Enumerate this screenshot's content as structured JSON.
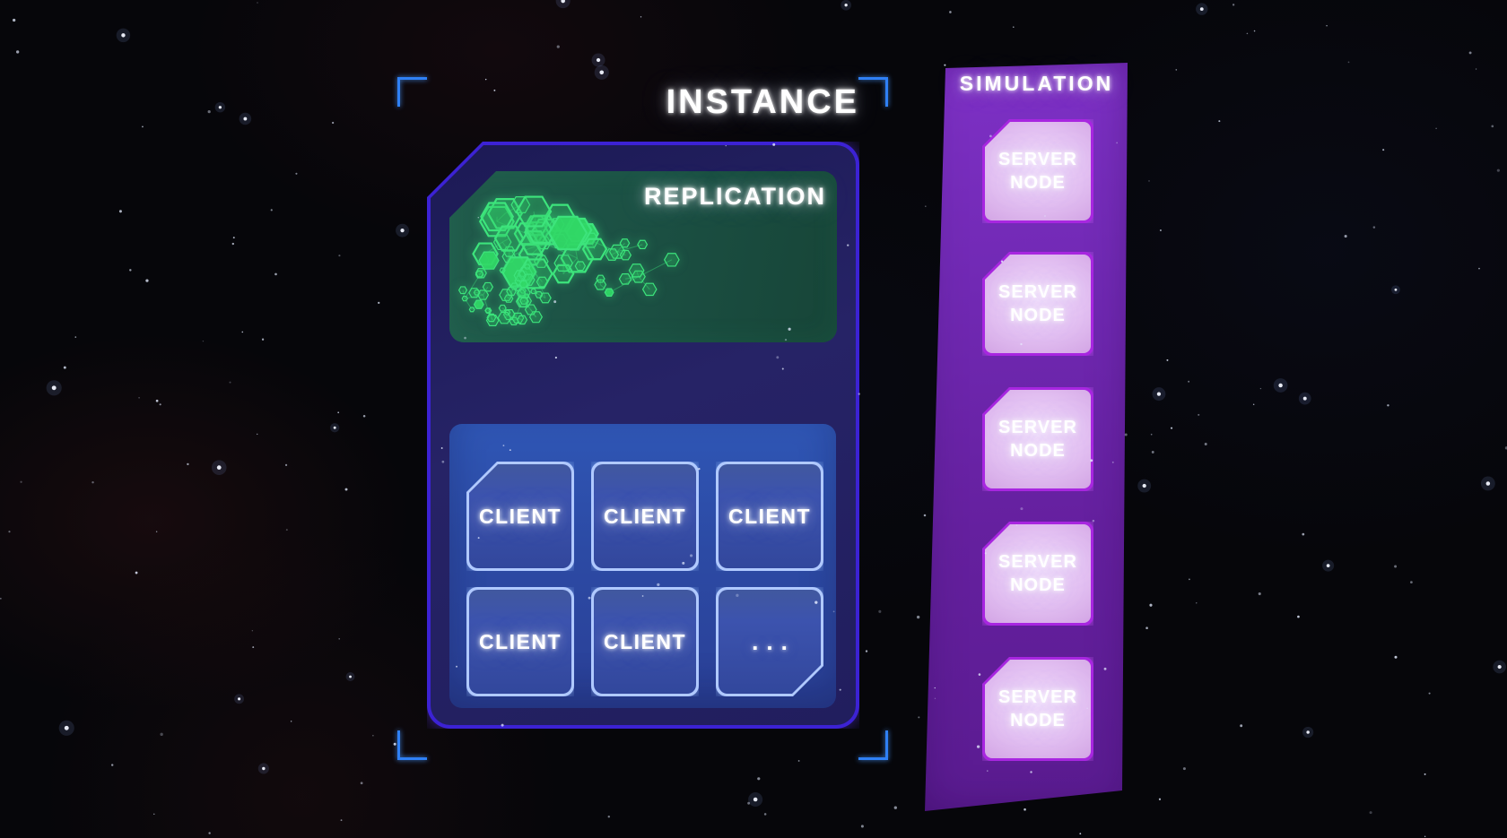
{
  "instance_panel": {
    "title": "INSTANCE",
    "replication": {
      "label": "REPLICATION"
    },
    "client_boxes": [
      {
        "label": "CLIENT"
      },
      {
        "label": "CLIENT"
      },
      {
        "label": "CLIENT"
      },
      {
        "label": "CLIENT"
      },
      {
        "label": "CLIENT"
      }
    ],
    "ellipsis_box": {
      "label": "..."
    }
  },
  "simulation_panel": {
    "title": "SIMULATION",
    "server_nodes": [
      {
        "line1": "SERVER",
        "line2": "NODE"
      },
      {
        "line1": "SERVER",
        "line2": "NODE"
      },
      {
        "line1": "SERVER",
        "line2": "NODE"
      },
      {
        "line1": "SERVER",
        "line2": "NODE"
      },
      {
        "line1": "SERVER",
        "line2": "NODE"
      }
    ]
  },
  "colors": {
    "background": "#06060a",
    "bracket_blue": "#2f80f5",
    "instance_border": "#3c22d4",
    "instance_fill": "#232164",
    "replication_panel_green": "#1d5044",
    "hexagon_green": "#3de47c",
    "client_panel_blue": "#2d4da8",
    "client_box_border": "#b0c9ff",
    "client_box_fill": "#3c53ae",
    "simulation_purple": "#6b24ad",
    "server_node_border": "#a826e0",
    "server_node_fill": "#ddb5ee",
    "label_text": "#ffffff"
  }
}
